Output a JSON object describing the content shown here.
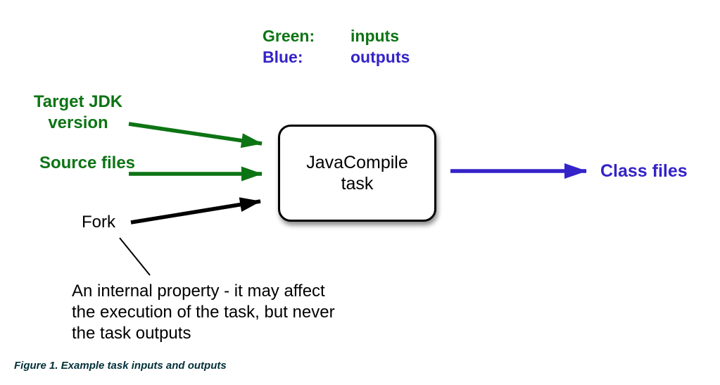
{
  "colors": {
    "input_green": "#0d7414",
    "output_blue": "#3423c8",
    "ink_black": "#000000",
    "caption_teal": "#02303a"
  },
  "legend": {
    "rows": [
      {
        "label": "Green:",
        "value": "inputs"
      },
      {
        "label": "Blue:",
        "value": "outputs"
      }
    ]
  },
  "diagram": {
    "inputs": [
      {
        "label": "Target JDK version",
        "color": "#0d7414"
      },
      {
        "label": "Source files",
        "color": "#0d7414"
      },
      {
        "label": "Fork",
        "color": "#000000"
      }
    ],
    "task_box": {
      "label": "JavaCompile task"
    },
    "output": {
      "label": "Class files",
      "color": "#3423c8"
    },
    "note": {
      "lines": [
        "An internal property - it may affect",
        "the execution of the task, but never",
        "the task outputs"
      ]
    }
  },
  "caption": "Figure 1. Example task inputs and outputs"
}
